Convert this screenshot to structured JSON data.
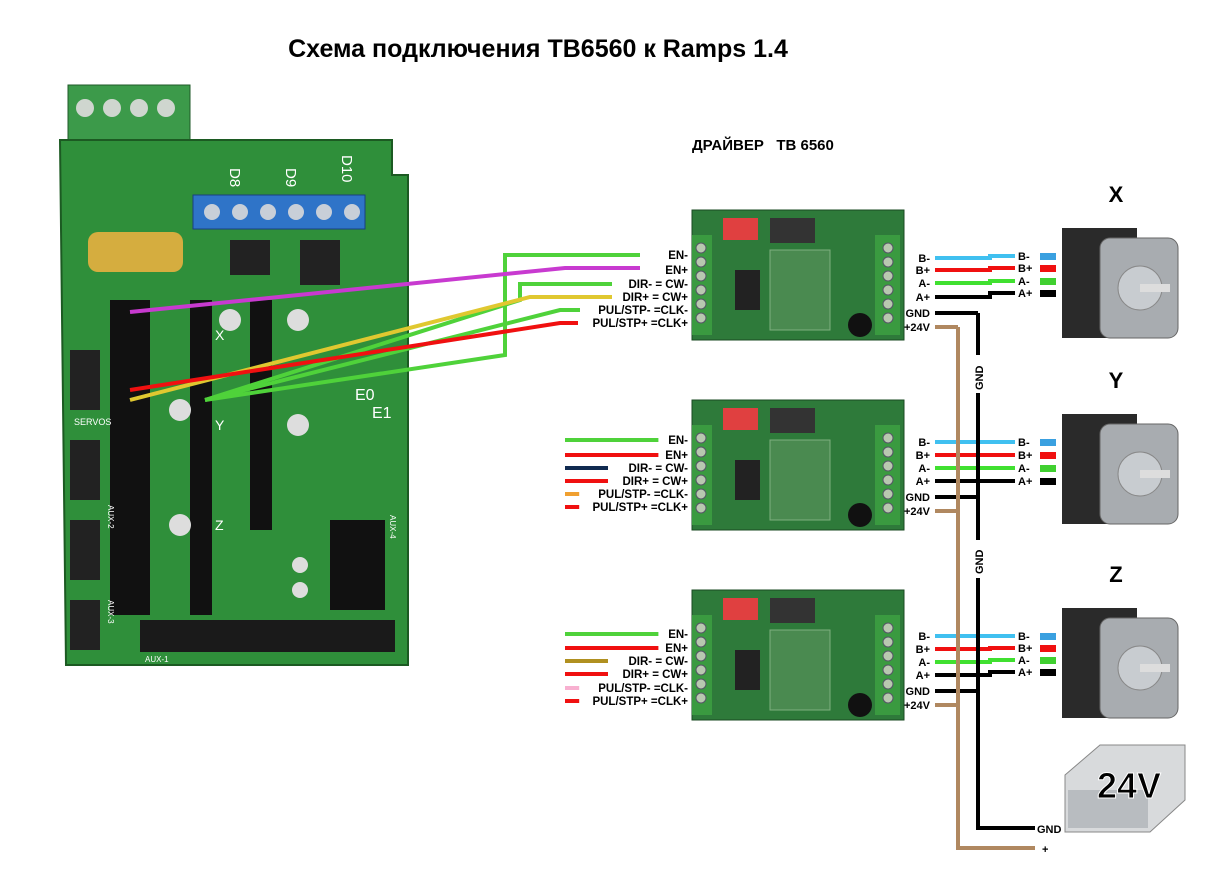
{
  "title": "Схема подключения TB6560 к Ramps 1.4",
  "driver_heading": "ДРАЙВЕР   TB 6560",
  "board_silkscreen": [
    "D8",
    "D9",
    "D10",
    "SERVOS",
    "AUX-1",
    "AUX-2",
    "AUX-3",
    "AUX-4",
    "E0",
    "E1",
    "X",
    "Y",
    "Z"
  ],
  "drivers": [
    {
      "axis": "X",
      "inputs": [
        {
          "label": "EN-",
          "wire": "#4fd23a"
        },
        {
          "label": "EN+",
          "wire": "#c83ad0"
        },
        {
          "label": "DIR- = CW-",
          "wire": "#4fd23a"
        },
        {
          "label": "DIR+ = CW+",
          "wire": "#e0c830"
        },
        {
          "label": "PUL/STP- =CLK-",
          "wire": "#4fd23a"
        },
        {
          "label": "PUL/STP+ =CLK+",
          "wire": "#f01010"
        }
      ]
    },
    {
      "axis": "Y",
      "inputs": [
        {
          "label": "EN-",
          "wire": "#4fd23a"
        },
        {
          "label": "EN+",
          "wire": "#f01010"
        },
        {
          "label": "DIR- = CW-",
          "wire": "#102a50"
        },
        {
          "label": "DIR+ = CW+",
          "wire": "#f01010"
        },
        {
          "label": "PUL/STP- =CLK-",
          "wire": "#f0a030"
        },
        {
          "label": "PUL/STP+ =CLK+",
          "wire": "#f01010"
        }
      ]
    },
    {
      "axis": "Z",
      "inputs": [
        {
          "label": "EN-",
          "wire": "#4fd23a"
        },
        {
          "label": "EN+",
          "wire": "#f01010"
        },
        {
          "label": "DIR- = CW-",
          "wire": "#b09020"
        },
        {
          "label": "DIR+ = CW+",
          "wire": "#f01010"
        },
        {
          "label": "PUL/STP- =CLK-",
          "wire": "#f8b0d0"
        },
        {
          "label": "PUL/STP+ =CLK+",
          "wire": "#f01010"
        }
      ]
    }
  ],
  "driver_outputs": [
    "B-",
    "B+",
    "A-",
    "A+",
    "GND",
    "+24V"
  ],
  "motor_wires": [
    {
      "label": "B-",
      "color": "#3aa0e0"
    },
    {
      "label": "B+",
      "color": "#f01010"
    },
    {
      "label": "A-",
      "color": "#40d030"
    },
    {
      "label": "A+",
      "color": "#000000"
    }
  ],
  "output_wire_colors": {
    "B-": "#40c0f0",
    "B+": "#f01010",
    "A-": "#40e030",
    "A+": "#000000",
    "GND": "#000000",
    "+24V": "#b08860"
  },
  "bus_label": "GND",
  "power_supply": {
    "label": "24V",
    "gnd": "GND",
    "plus": "+"
  }
}
